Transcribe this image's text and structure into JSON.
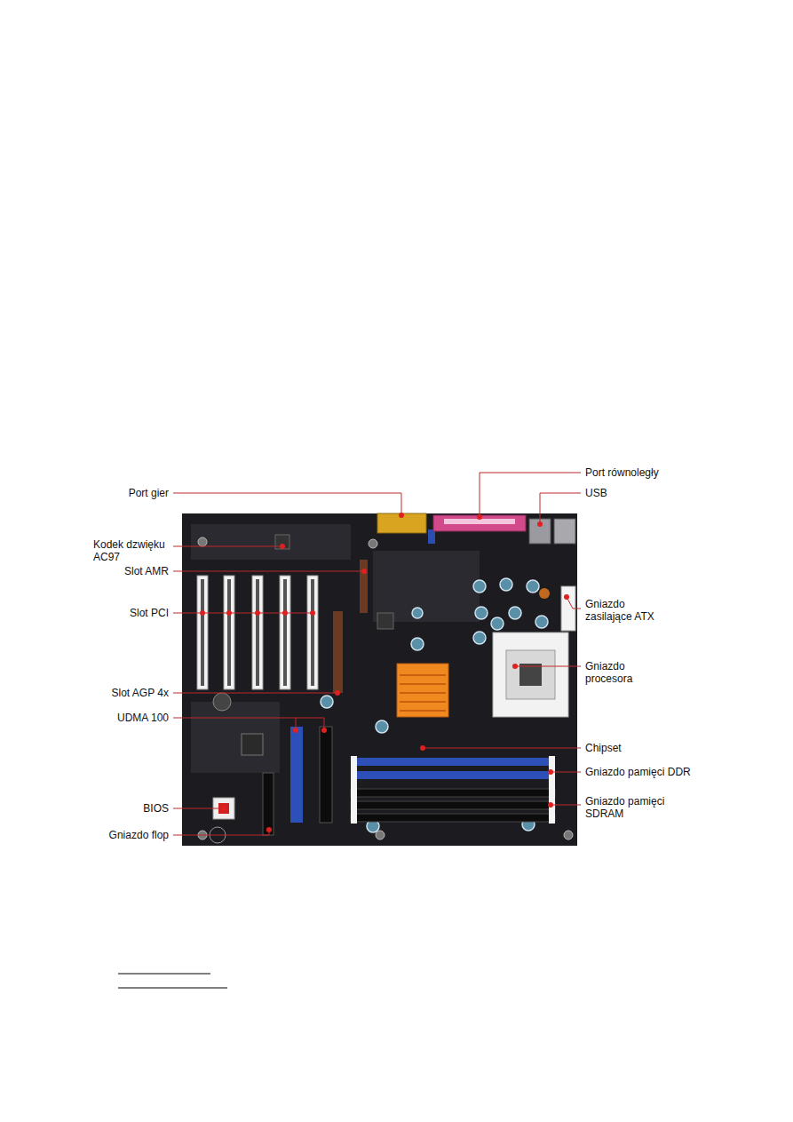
{
  "diagram": {
    "labels": [
      "Port równoległy",
      "Port gier",
      "USB",
      "Kodek dzwięku AC97",
      "Slot AMR",
      "Gniazdo zasilające ATX",
      "Slot PCI",
      "Gniazdo procesora",
      "Slot AGP 4x",
      "UDMA 100",
      "Chipset",
      "Gniazdo pamięci DDR",
      "Gniazdo pamięci SDRAM",
      "BIOS",
      "Gniazdo flop"
    ]
  }
}
